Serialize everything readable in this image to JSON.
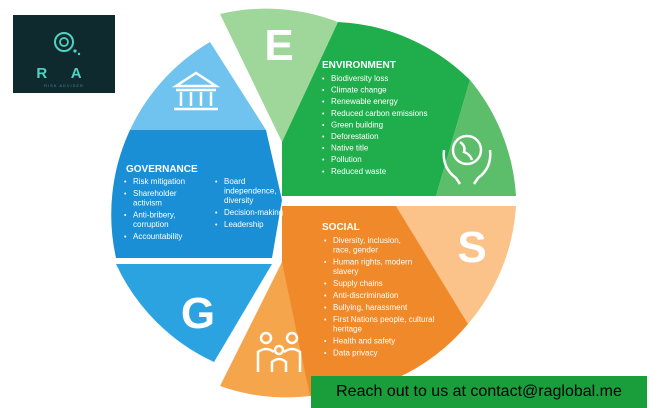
{
  "logo": {
    "letters": "R A",
    "tagline": "RISK ADVISER"
  },
  "letters": {
    "e": "E",
    "s": "S",
    "g": "G"
  },
  "environment": {
    "title": "ENVIRONMENT",
    "items": [
      "Biodiversity loss",
      "Climate change",
      "Renewable energy",
      "Reduced carbon emissions",
      "Green building",
      "Deforestation",
      "Native title",
      "Pollution",
      "Reduced waste"
    ]
  },
  "social": {
    "title": "SOCIAL",
    "items": [
      [
        "Diversity, inclusion,",
        "race, gender"
      ],
      [
        "Human rights, modern",
        "slavery"
      ],
      [
        "Supply chains"
      ],
      [
        "Anti-discrimination"
      ],
      [
        "Bullying, harassment"
      ],
      [
        "First Nations people, cultural",
        "heritage"
      ],
      [
        "Health and safety"
      ],
      [
        "Data privacy"
      ]
    ]
  },
  "governance": {
    "title": "GOVERNANCE",
    "col1": [
      [
        "Risk mitigation"
      ],
      [
        "Shareholder",
        "activism"
      ],
      [
        "Anti-bribery,",
        "corruption"
      ],
      [
        "Accountability"
      ]
    ],
    "col2": [
      [
        "Board",
        "independence,",
        "diversity"
      ],
      [
        "Decision-making"
      ],
      [
        "Leadership"
      ]
    ]
  },
  "icons": [
    "building-icon",
    "globe-hands-icon",
    "family-icon",
    "logo-icon"
  ],
  "contact": {
    "text": "Reach out to us at contact@raglobal.me"
  },
  "colors": {
    "env_dark": "#1fae4b",
    "env_mid": "#5cbd6b",
    "env_light": "#9fd79b",
    "soc_dark": "#f0892a",
    "soc_mid": "#f5a54b",
    "soc_light": "#fbc28a",
    "gov_dark": "#1a8fd6",
    "gov_mid": "#2ba3e0",
    "gov_light": "#6fc3ee",
    "contact_bg": "#1a9e3b"
  }
}
